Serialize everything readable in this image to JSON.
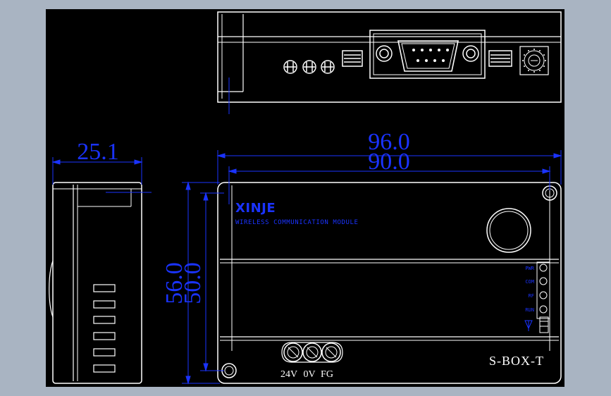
{
  "drawing": {
    "brand": "XINJE",
    "subtitle": "WIRELESS COMMUNICATION MODULE",
    "model": "S-BOX-T",
    "dimensions": {
      "overall_width": "96.0",
      "body_width": "90.0",
      "depth": "25.1",
      "overall_height": "56.0",
      "hole_pitch_height": "50.0"
    },
    "led_labels": [
      "PWR",
      "COM",
      "RF",
      "RUN"
    ],
    "terminal_labels": [
      "24V",
      "0V",
      "FG"
    ],
    "colors": {
      "background": "#000000",
      "frame": "#a9b4c2",
      "outline": "#ffffff",
      "dimension": "#1a33ff",
      "brand": "#1a33ff"
    }
  }
}
